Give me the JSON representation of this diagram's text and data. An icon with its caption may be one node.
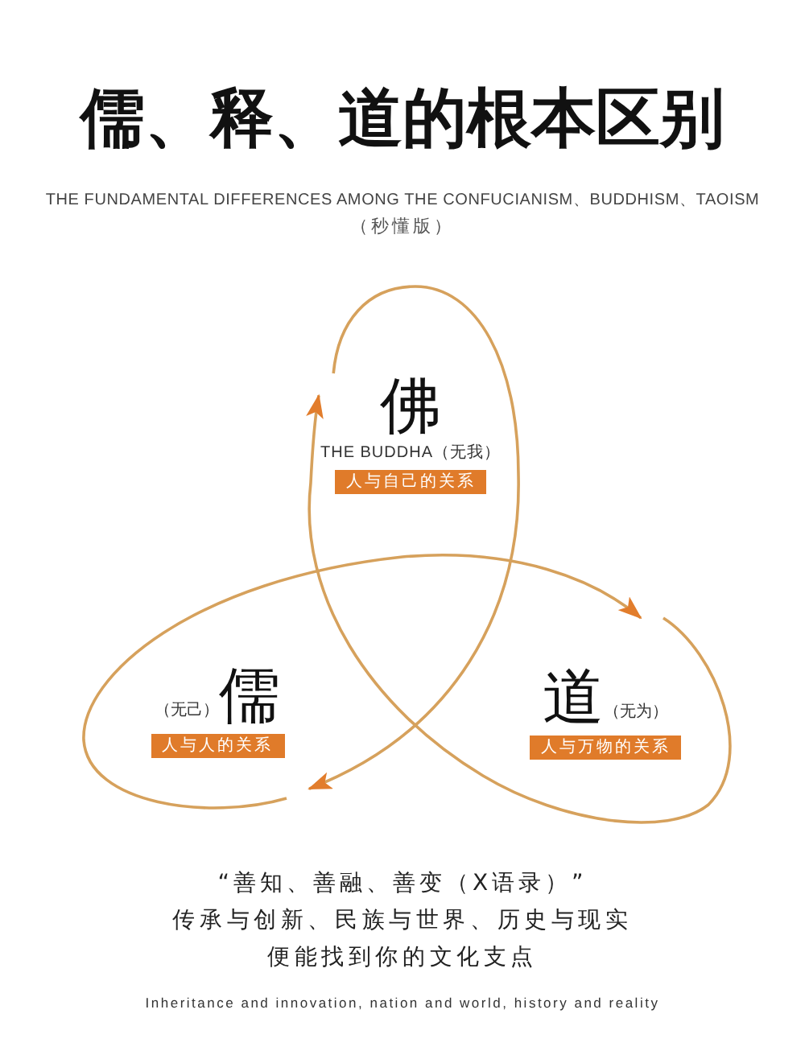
{
  "diagram": {
    "title": "儒、释、道的根本区别",
    "nodes": [
      {
        "text": [
          "佛",
          "THE BUDDHA（无我）",
          "人与自己的关系"
        ]
      },
      {
        "text": [
          "（无己）",
          "儒",
          "人与人的关系"
        ]
      },
      {
        "text": [
          "道",
          "（无为）",
          "人与万物的关系"
        ]
      }
    ],
    "edges": [
      {
        "from": 0,
        "to": 1,
        "arrow": "to"
      },
      {
        "from": 1,
        "to": 2,
        "arrow": "to"
      },
      {
        "from": 2,
        "to": 0,
        "arrow": "to"
      }
    ],
    "labels": [
      "THE FUNDAMENTAL DIFFERENCES AMONG THE CONFUCIANISM、BUDDHISM、TAOISM",
      "（秒懂版）",
      "“善知、善融、善变（X语录）”",
      "传承与创新、民族与世界、历史与现实",
      "便能找到你的文化支点",
      "Inheritance and innovation, nation and world, history and reality"
    ]
  }
}
